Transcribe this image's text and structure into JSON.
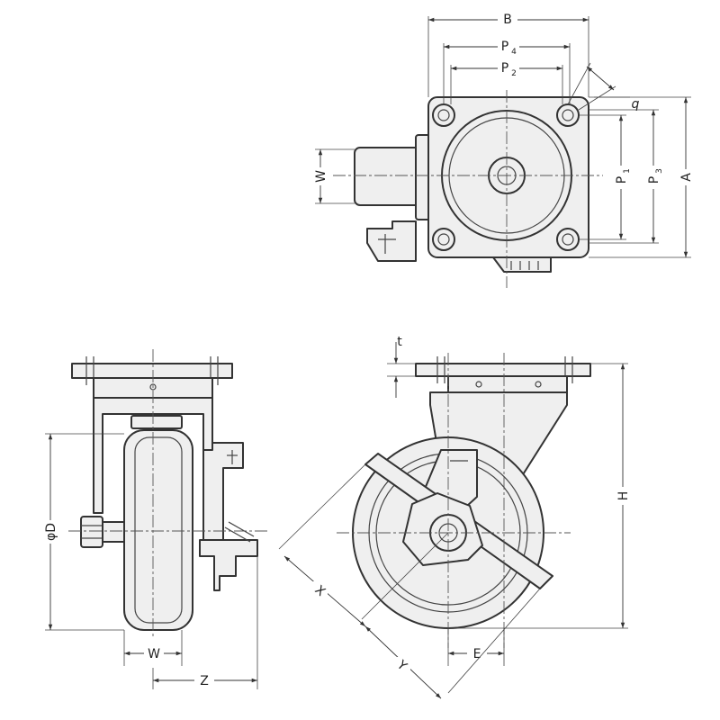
{
  "labels": {
    "B": "B",
    "P4": "P",
    "P4_sub": "4",
    "P2": "P",
    "P2_sub": "2",
    "q": "q",
    "P1": "P",
    "P1_sub": "1",
    "P3": "P",
    "P3_sub": "3",
    "A": "A",
    "W_top": "W",
    "t": "t",
    "H": "H",
    "D": "φD",
    "W_front": "W",
    "Z": "Z",
    "X": "X",
    "Y": "Y",
    "E": "E"
  }
}
